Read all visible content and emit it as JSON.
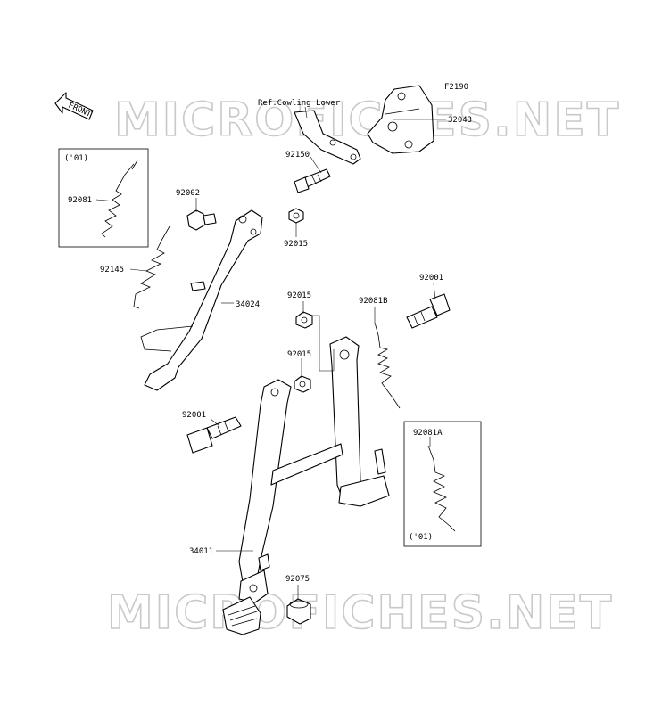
{
  "figure_code": "F2190",
  "front_label": "FRONT",
  "watermark": "MICROFICHES.NET",
  "callouts": {
    "ref_cowling": "Ref.Cowling Lower",
    "p32043": "32043",
    "p92150": "92150",
    "p92002": "92002",
    "p92015_a": "92015",
    "p92081": "92081",
    "p92145": "92145",
    "p34024": "34024",
    "p92015_b": "92015",
    "p92081b": "92081B",
    "p92001_a": "92001",
    "p92015_c": "92015",
    "p92001_b": "92001",
    "p92081a": "92081A",
    "p34011": "34011",
    "p92075": "92075"
  },
  "boxes": {
    "left_year": "('01)",
    "right_year": "('01)"
  }
}
